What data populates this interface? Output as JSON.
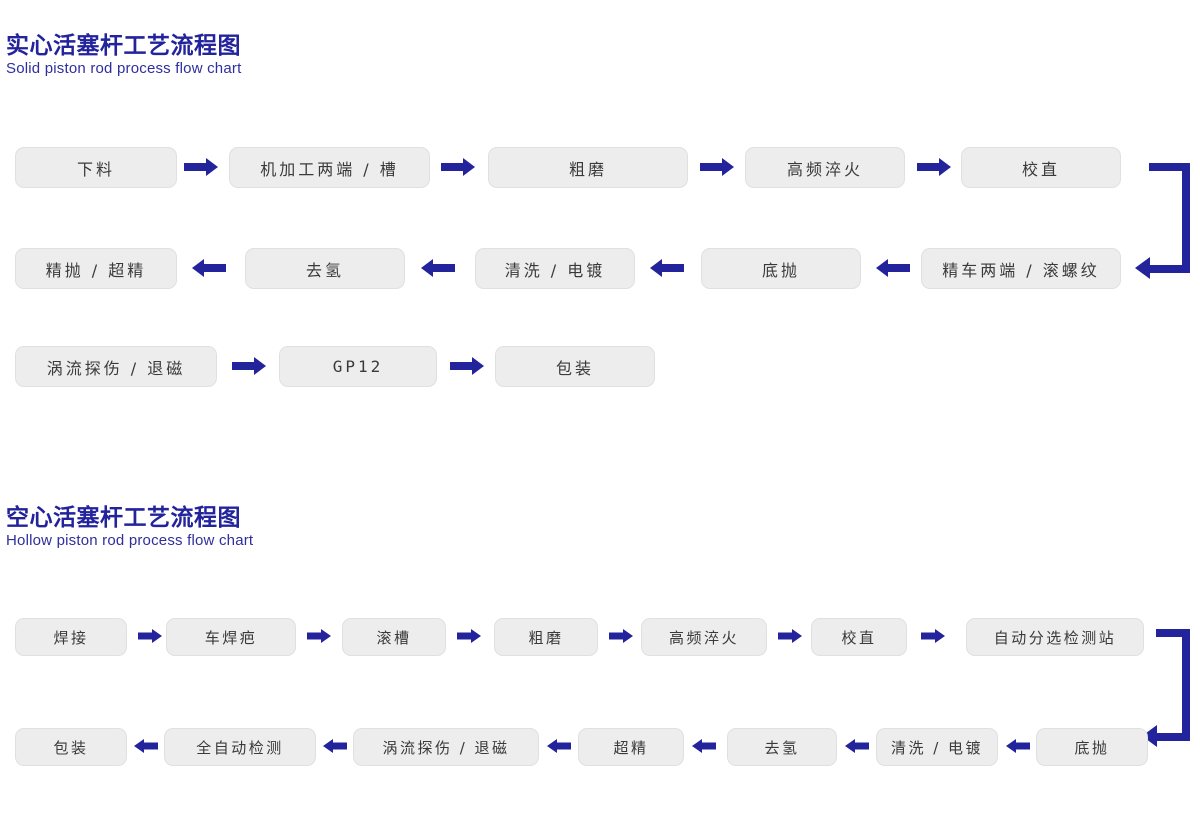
{
  "page": {
    "background": "#ffffff",
    "accent_color": "#23239c",
    "box_fill": "#ededed",
    "box_text_color": "#3a3a3a"
  },
  "sections": [
    {
      "id": "solid",
      "title": "实心活塞杆工艺流程图",
      "subtitle": "Solid piston rod process flow chart",
      "rows": [
        {
          "direction": "right",
          "steps": [
            "下料",
            "机加工两端 / 槽",
            "粗磨",
            "高频淬火",
            "校直"
          ]
        },
        {
          "direction": "left",
          "steps": [
            "精抛 / 超精",
            "去氢",
            "清洗 / 电镀",
            "底抛",
            "精车两端 / 滚螺纹"
          ]
        },
        {
          "direction": "right",
          "steps": [
            "涡流探伤 / 退磁",
            "GP12",
            "包装"
          ]
        }
      ]
    },
    {
      "id": "hollow",
      "title": "空心活塞杆工艺流程图",
      "subtitle": "Hollow piston rod process flow chart",
      "rows": [
        {
          "direction": "right",
          "steps": [
            "焊接",
            "车焊疤",
            "滚槽",
            "粗磨",
            "高频淬火",
            "校直",
            "自动分选检测站"
          ]
        },
        {
          "direction": "left",
          "steps": [
            "包装",
            "全自动检测",
            "涡流探伤 / 退磁",
            "超精",
            "去氢",
            "清洗 / 电镀",
            "底抛"
          ]
        }
      ]
    }
  ],
  "connectors": [
    {
      "name": "solid-wrap-connector",
      "from_row": 0,
      "to_row": 1
    },
    {
      "name": "hollow-wrap-connector",
      "from_row": 0,
      "to_row": 1
    }
  ]
}
